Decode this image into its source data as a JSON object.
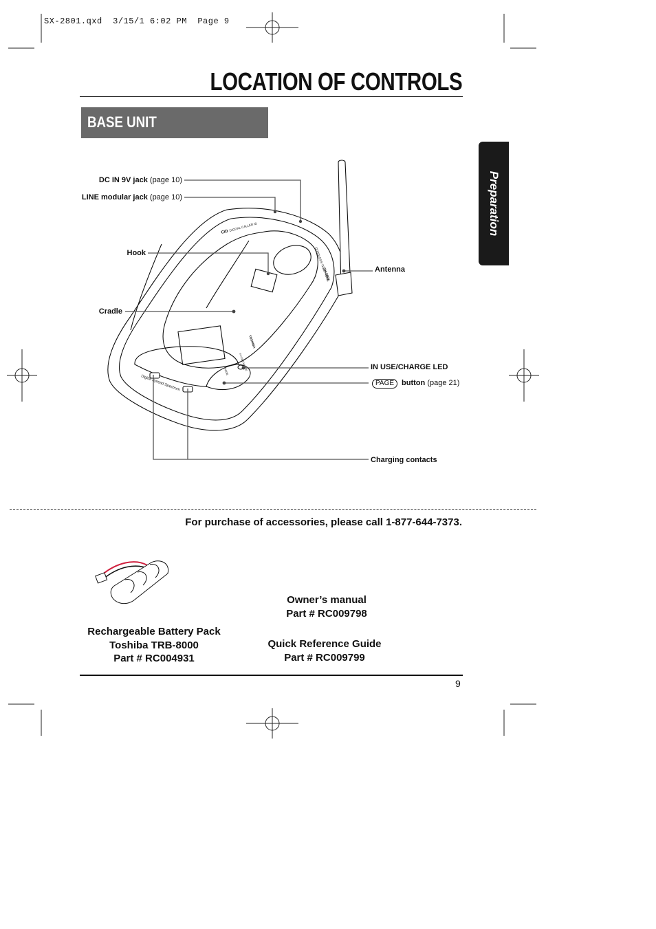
{
  "file_header": "SX-2801.qxd  3/15/1 6:02 PM  Page 9",
  "page_title": "LOCATION OF CONTROLS",
  "section_title": "BASE UNIT",
  "side_tab": "Preparation",
  "callouts": {
    "dc_in": {
      "label": "DC IN 9V jack",
      "ref": "(page 10)"
    },
    "line_jack": {
      "label": "LINE modular jack",
      "ref": "(page 10)"
    },
    "hook": {
      "label": "Hook"
    },
    "cradle": {
      "label": "Cradle"
    },
    "antenna": {
      "label": "Antenna"
    },
    "in_use_led": {
      "label": "IN USE/CHARGE LED"
    },
    "page_button": {
      "badge": "PAGE",
      "label": "button",
      "ref": "(page 21)"
    },
    "charging_contacts": {
      "label": "Charging contacts"
    }
  },
  "device_markings": {
    "brand": "TOSHIBA",
    "model": "SX-2801",
    "cid": "CID",
    "caller_id": "DIGITAL CALLER ID",
    "cordless": "CORDLESS TELEPHONE",
    "spread": "Digital Spread Spectrum",
    "led_mark": "IN USE/CHARGE",
    "page_mark": "PAGE"
  },
  "accessories_line": "For purchase of accessories, please call 1-877-644-7373.",
  "battery": {
    "line1": "Rechargeable Battery Pack",
    "line2": "Toshiba TRB-8000",
    "line3": "Part # RC004931"
  },
  "manual": {
    "line1": "Owner’s manual",
    "line2": "Part # RC009798"
  },
  "quick_guide": {
    "line1": "Quick Reference Guide",
    "line2": "Part # RC009799"
  },
  "page_number": "9",
  "colors": {
    "section_fill": "#6a6a6a",
    "tab_fill": "#1a1a1a",
    "battery_wire": "#d0213f"
  }
}
